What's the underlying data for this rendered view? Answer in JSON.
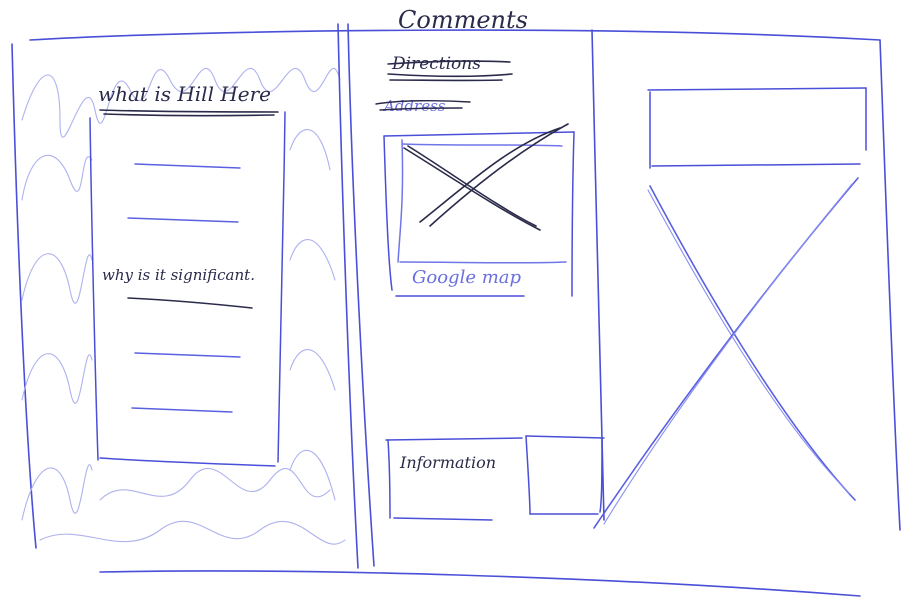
{
  "colors": {
    "ink": "#4a4fd8",
    "ink_dark": "#2a2a4a",
    "paper": "#ffffff"
  },
  "left_panel": {
    "heading": "what is Hill Here",
    "subheading": "why is it significant."
  },
  "middle_panel": {
    "tab_active": "Comments",
    "tab_struck_1": "Directions",
    "tab_struck_2": "Address",
    "map_label": "Google map",
    "info_label": "Information"
  },
  "right_panel": {
    "top_box_icon": "empty-box",
    "image_icon": "x-placeholder"
  }
}
